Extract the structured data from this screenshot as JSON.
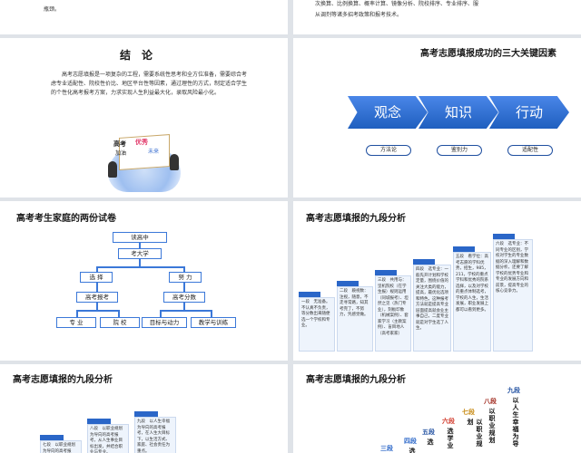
{
  "slide1": {
    "left_text": "瓶颈。",
    "right_text_line1": "次换算、比例换算、概率计算、镜像分析、院校排序、专业排序、服",
    "right_text_line2": "从调剂等诸多招考政策和报考技术。"
  },
  "slide2": {
    "title": "结　论",
    "body": "高考志愿填报是一项复杂的工程，需要系统性思考和全方位准备，需要综合考虑专业适配性、院校性价比、地区平台性等因素，通过理性的方式，制定适合学生的个性化高考报考方案，力求实现人生利益最大化，录取风险最小化。",
    "illustration_words": [
      "高考",
      "加油",
      "优秀",
      "未来"
    ]
  },
  "slide3": {
    "title": "高考志愿填报成功的三大关键因素",
    "chevrons": [
      "观念",
      "知识",
      "行动"
    ],
    "pills": [
      "方法论",
      "鉴别力",
      "适配性"
    ]
  },
  "slide4": {
    "title": "高考考生家庭的两份试卷",
    "tree": {
      "root": "读高中",
      "level1": "考大学",
      "left": "选 择",
      "right": "努 力",
      "left_child": "高考报考",
      "right_child": "高考分数",
      "leaves": [
        "专 业",
        "院 校",
        "目标与动力",
        "教学与训练"
      ]
    }
  },
  "slide5": {
    "title": "高考志愿填报的九段分析",
    "steps": [
      "一段　无准备。不认真不负责，等分数出来随便选一个学校和专业。",
      "二段　藐视数：注视，随意，不走寻常路，知其考完了，不努力，凭感觉做。",
      "三段　共用与：坚机院校（在学生报）规则运用（同城报考）、坦然之见（热门专业），刻板印象（机械案例）、套家学习（主教案例）、盲目地人（高考家家）",
      "四段　选专业：一般先开计划和学校定量，围绕价值的关注大类的能力，提高，最优化选项和特色，这种报考方法就是提高专业层面提高就会业主事自己，二度专业就是对学生选了人生。",
      "五段　看学位：高考志愿的学科优势，招生，985，211，学校的重点学科和优秀的院系选择，以及对学校的重点体制选考，学校的人生，生活发展，职业发展上都可以看到更多。",
      "六段　选专业：不同专业的区别，学校对学生的专业数据的深入理解和数据分析，还要了解学校的优势专业和专业的发展方向和前景，提高专业的核心竞争力。"
    ]
  },
  "slide6": {
    "title": "高考志愿填报的九段分析",
    "steps": [
      "七段　以职业规划为导向的高考报考。",
      "八段　以职业规划为导向的高考报考，从人生事业目标出发，并结合职业与专业。",
      "九段　以人生幸福为导向的高考报考，在人生大目标下，以生活方式、家庭、社会责任为重点。"
    ]
  },
  "slide7": {
    "title": "高考志愿填报的九段分析",
    "labels": [
      {
        "num": "三段",
        "text": ""
      },
      {
        "num": "四段",
        "text": "选"
      },
      {
        "num": "五段",
        "text": "选"
      },
      {
        "num": "六段",
        "text": "选学业"
      },
      {
        "num": "七段",
        "text": "以职业规划"
      },
      {
        "num": "八段",
        "text": "以职业规划"
      },
      {
        "num": "九段",
        "text": "以人生幸福为导"
      }
    ]
  },
  "colors": {
    "accent": "#2a66c8",
    "dark_blue": "#1f4fa0",
    "background": "#dfe3e8"
  }
}
